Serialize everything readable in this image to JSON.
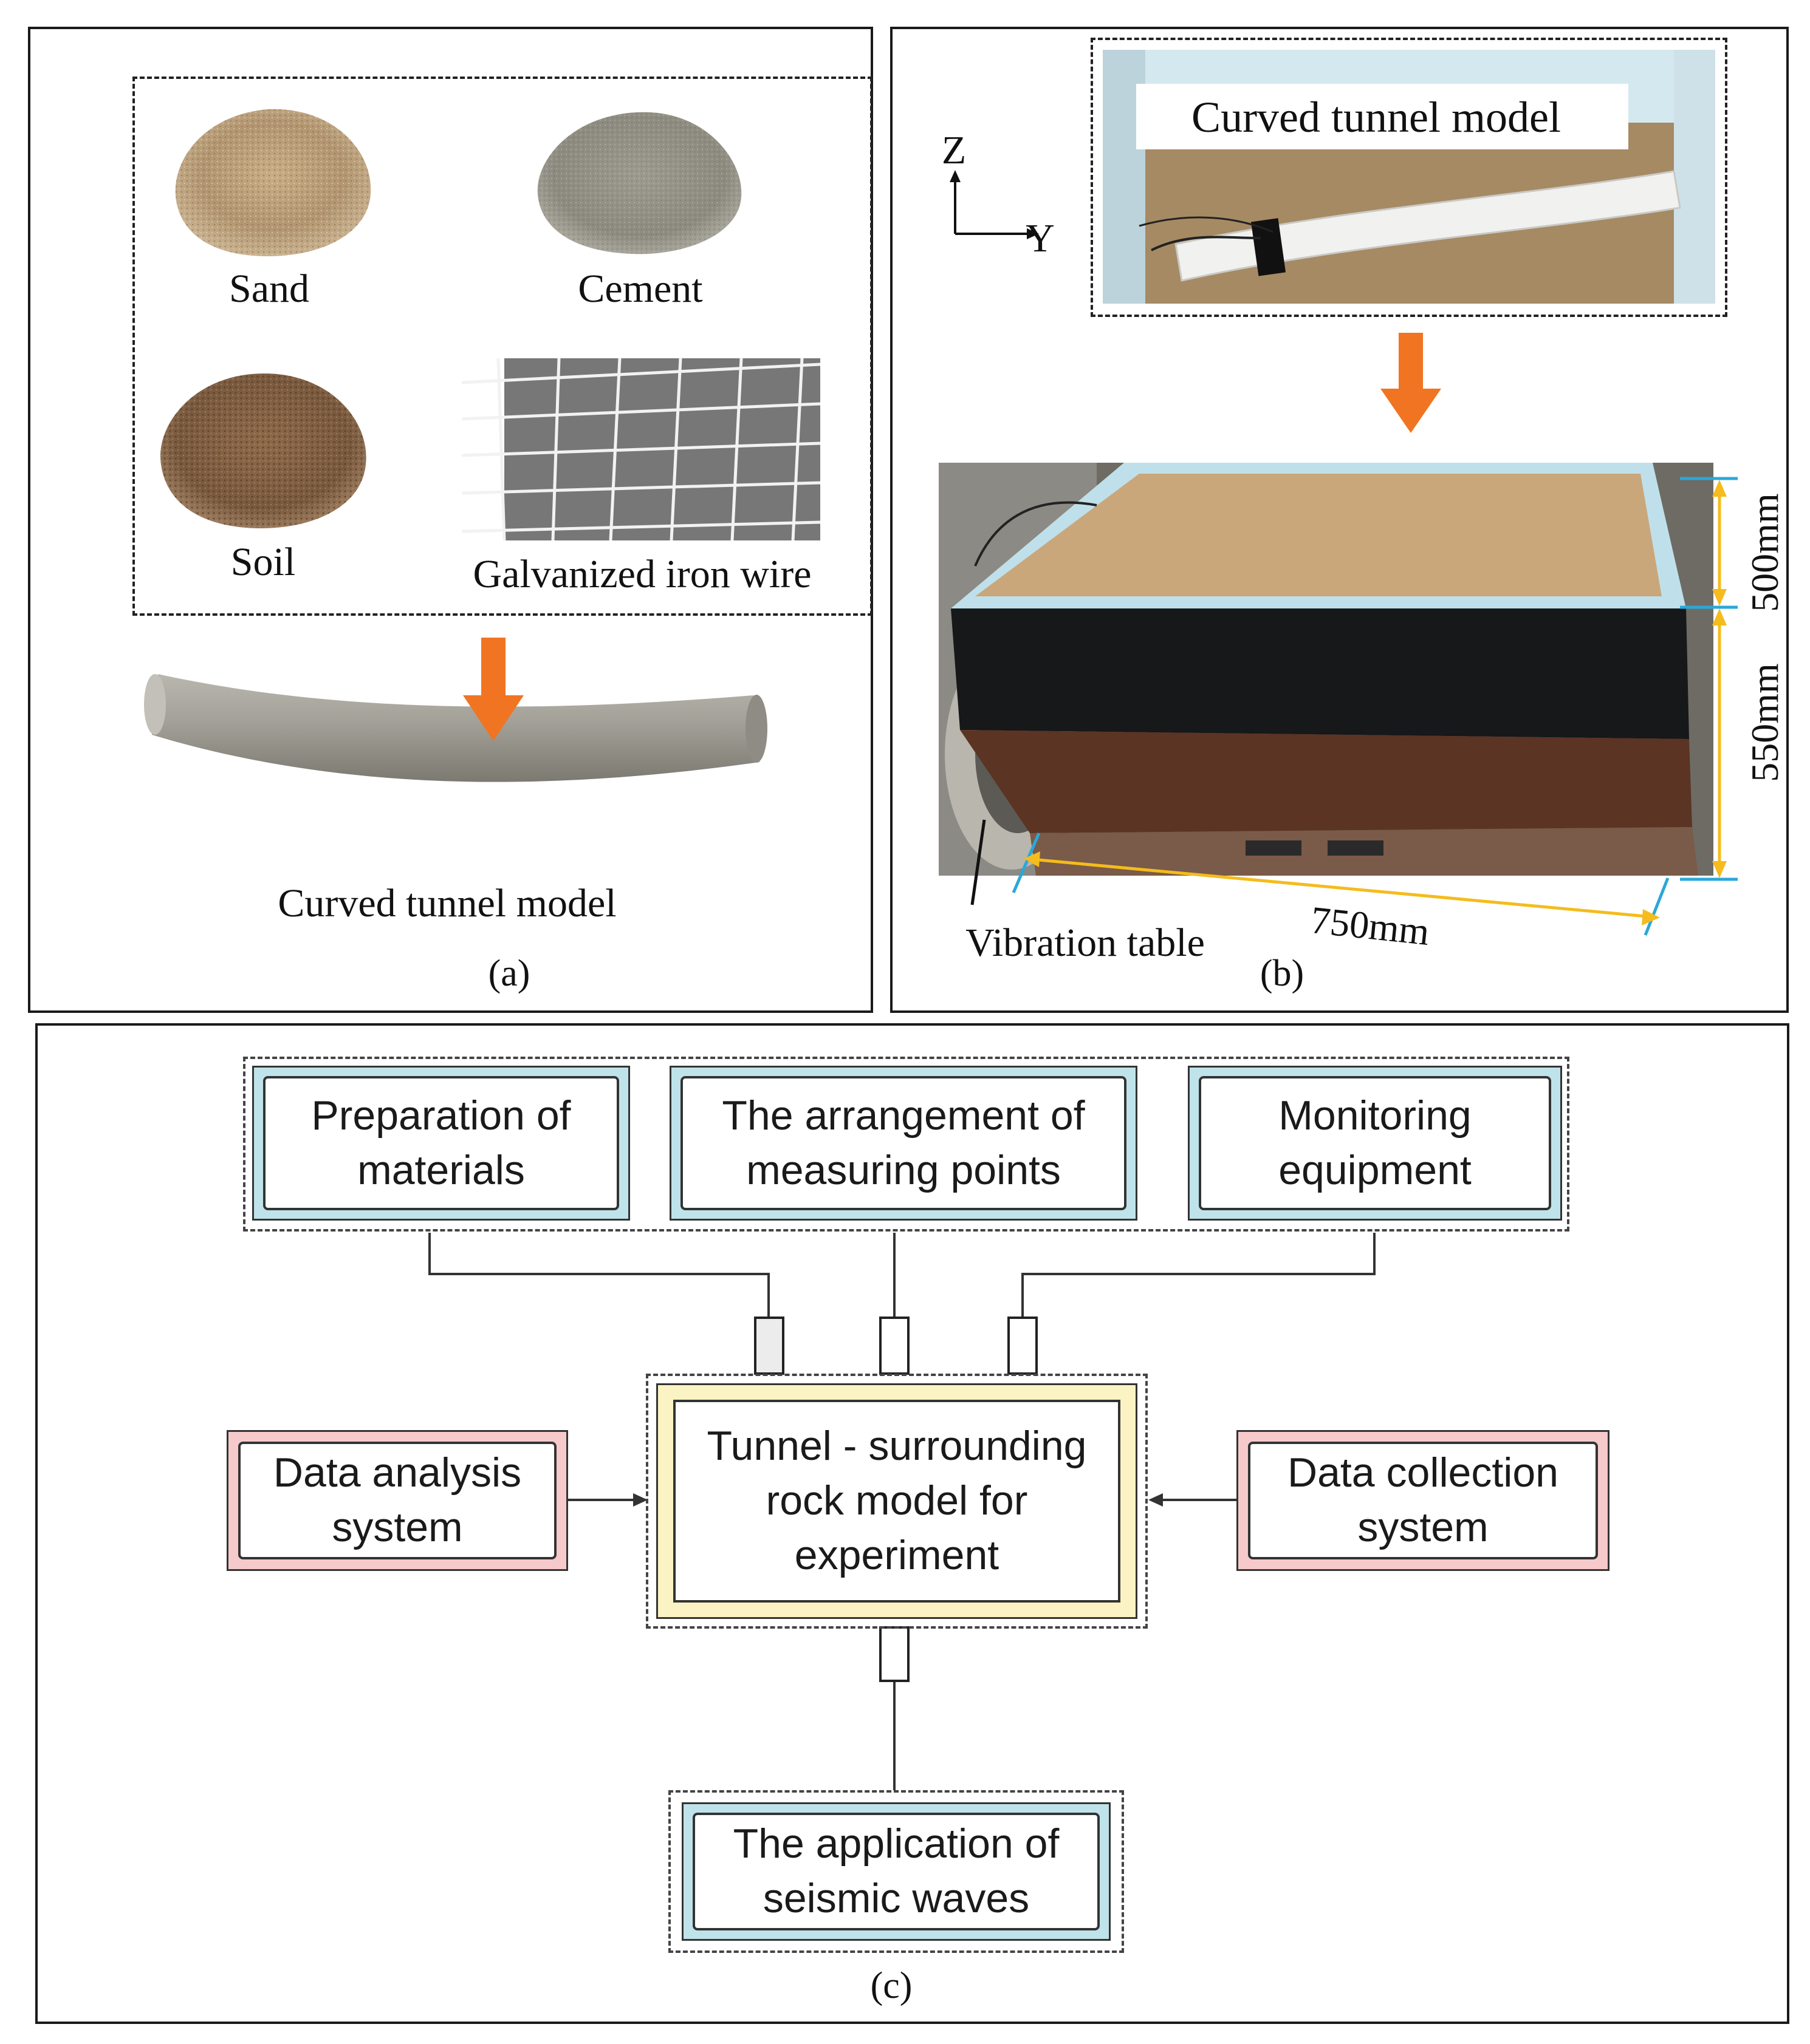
{
  "panel_a": {
    "materials": {
      "sand": "Sand",
      "cement": "Cement",
      "soil": "Soil",
      "wire": "Galvanized iron wire"
    },
    "result": "Curved tunnel model",
    "caption": "(a)"
  },
  "panel_b": {
    "photo_label": "Curved tunnel model",
    "axis_z": "Z",
    "axis_y": "Y",
    "dim_height_top": "500mm",
    "dim_height_bottom": "550mm",
    "dim_length": "750mm",
    "table_label": "Vibration table",
    "caption": "(b)"
  },
  "panel_c": {
    "top_boxes": [
      {
        "line1": "Preparation of",
        "line2": "materials"
      },
      {
        "line1": "The arrangement of",
        "line2": "measuring points"
      },
      {
        "line1": "Monitoring",
        "line2": "equipment"
      }
    ],
    "center": {
      "line1": "Tunnel - surrounding",
      "line2": "rock model for",
      "line3": "experiment"
    },
    "left": {
      "line1": "Data analysis",
      "line2": "system"
    },
    "right": {
      "line1": "Data collection",
      "line2": "system"
    },
    "bottom": {
      "line1": "The application of",
      "line2": "seismic waves"
    },
    "caption": "(c)"
  },
  "colors": {
    "arrow_orange": "#f07422",
    "blue_box": "#bfe3ea",
    "pink_box": "#f6c9cb",
    "yellow_box": "#fbf3c4",
    "dim_yellow": "#f4bc1c",
    "dim_blue": "#2aa8d8"
  }
}
